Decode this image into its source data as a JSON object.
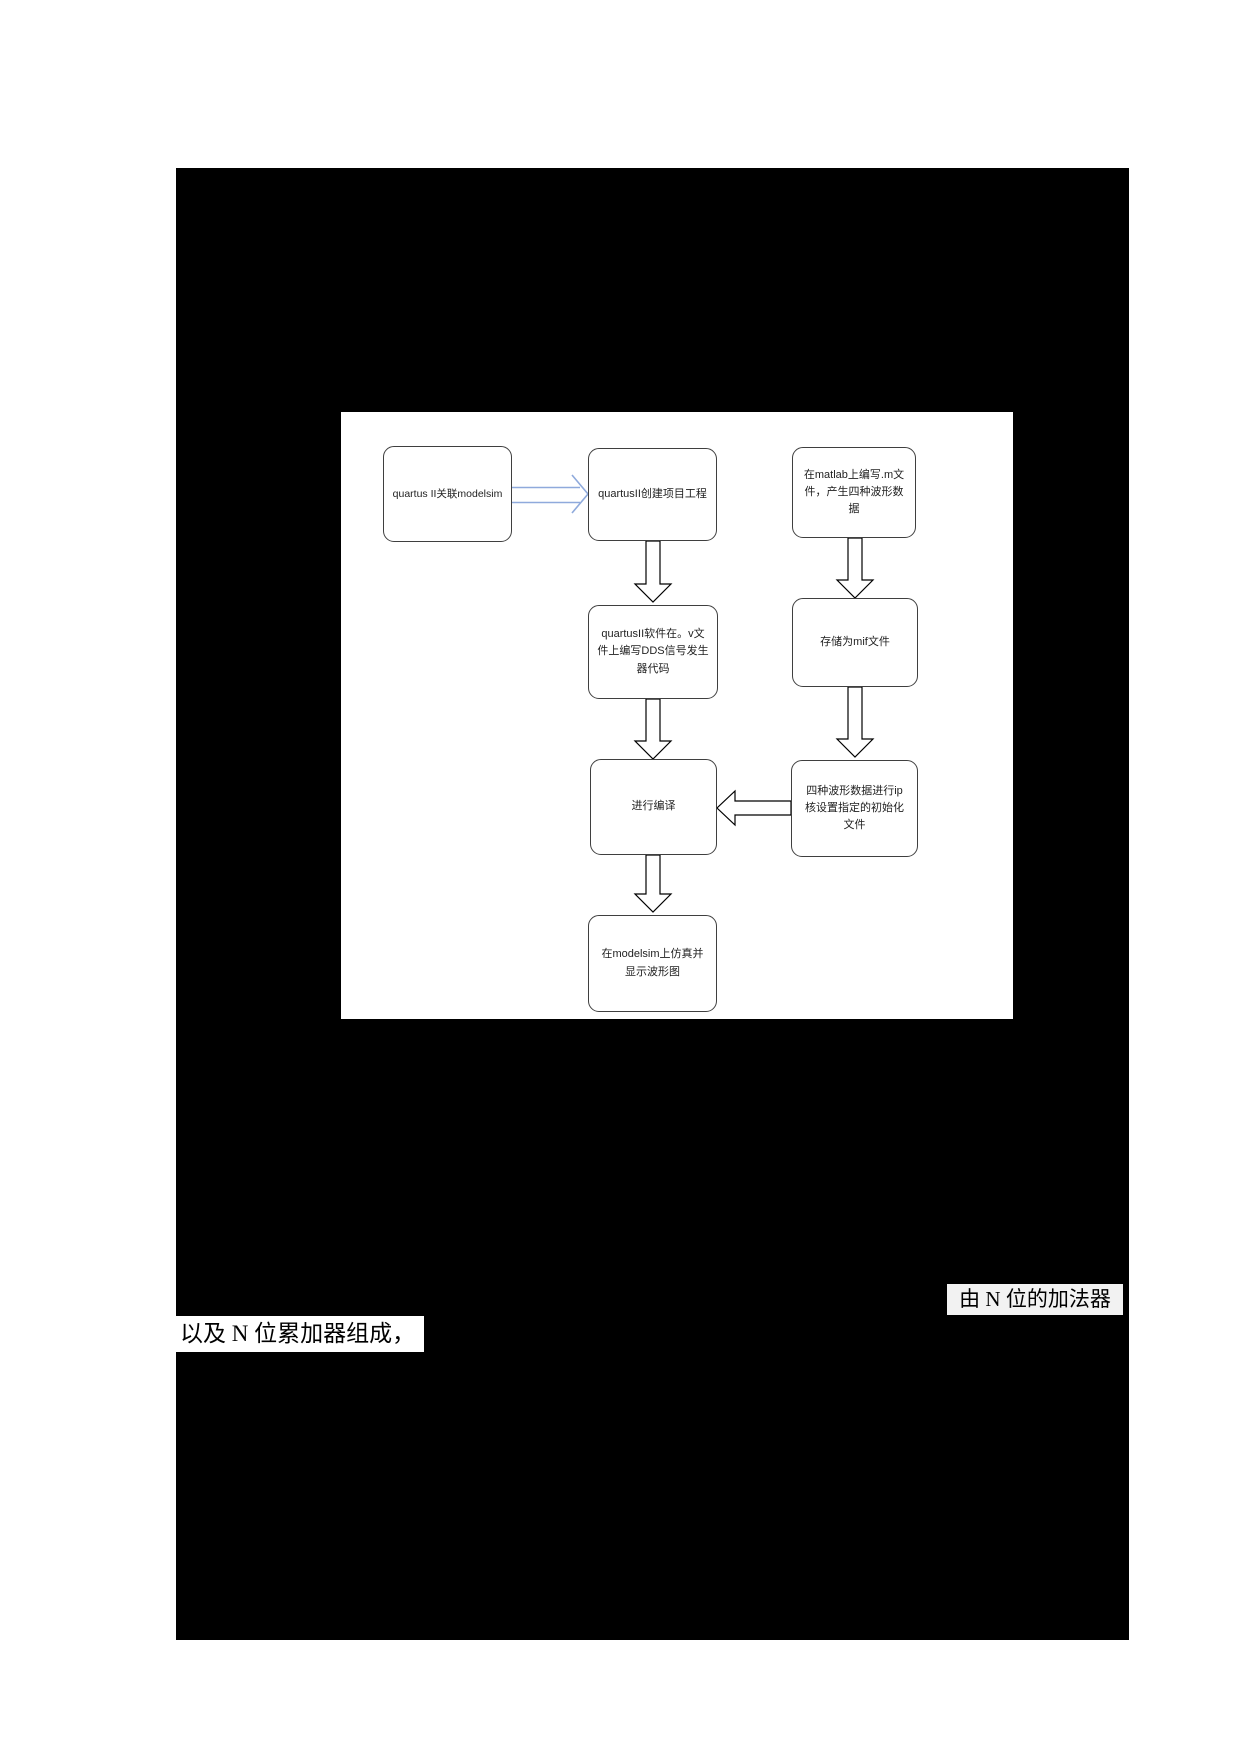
{
  "page": {
    "background_color": "#ffffff",
    "redaction_color": "#000000"
  },
  "flowchart": {
    "panel_color": "#ffffff",
    "node_border_color": "#3f3f3f",
    "arrow_outline_color": "#000000",
    "blue_arrow_color": "#8faadc",
    "nodes": [
      {
        "id": "associate-modelsim",
        "label": "quartus II关联modelsim"
      },
      {
        "id": "create-project",
        "label": "quartusII创建项目工程"
      },
      {
        "id": "matlab-script",
        "label": "在matlab上编写.m文件，产生四种波形数据"
      },
      {
        "id": "write-dds-code",
        "label": "quartusII软件在。v文件上编写DDS信号发生器代码"
      },
      {
        "id": "save-mif",
        "label": "存储为mif文件"
      },
      {
        "id": "compile",
        "label": "进行编译"
      },
      {
        "id": "ip-core-init",
        "label": "四种波形数据进行ip核设置指定的初始化文件"
      },
      {
        "id": "modelsim-simulate",
        "label": "在modelsim上仿真并显示波形图"
      }
    ]
  },
  "visible_text": {
    "line1": "由 N 位的加法器",
    "line2": "以及 N 位累加器组成，"
  }
}
